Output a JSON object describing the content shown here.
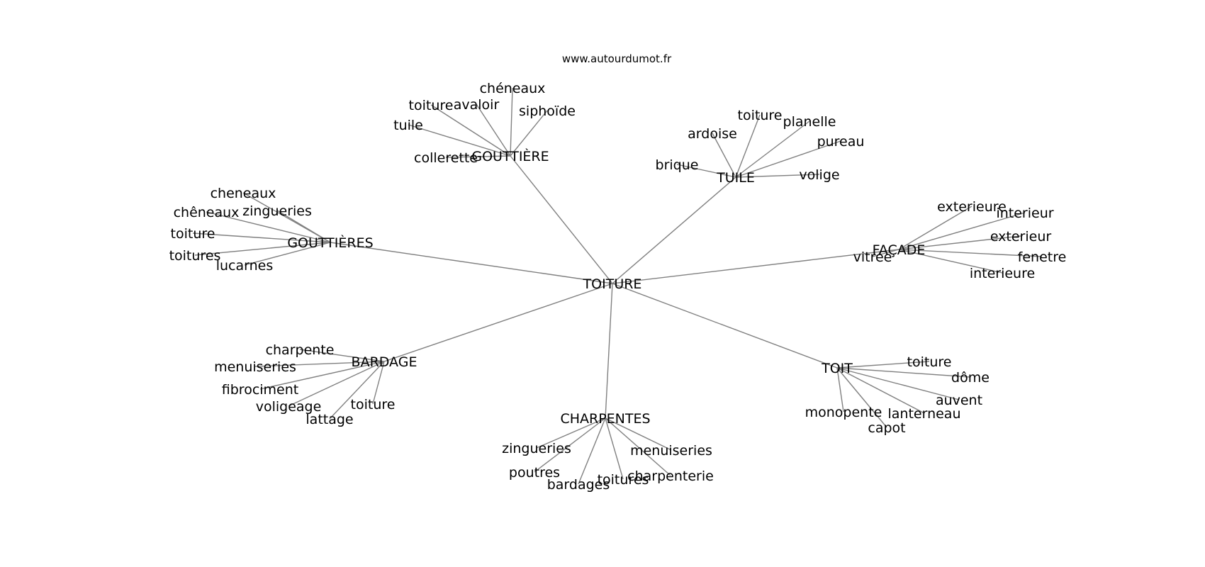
{
  "source_text": "www.autourdumot.fr",
  "colors": {
    "edge": "#808080",
    "text": "#000000",
    "background": "#ffffff"
  },
  "graph": {
    "root": "TOITURE",
    "hubs": [
      {
        "label": "GOUTTIÈRE",
        "children": [
          "toiture",
          "avaloir",
          "chéneaux",
          "siphoïde",
          "tuile",
          "collerette"
        ]
      },
      {
        "label": "TUILE",
        "children": [
          "toiture",
          "planelle",
          "ardoise",
          "pureau",
          "brique",
          "volige"
        ]
      },
      {
        "label": "GOUTTIÈRES",
        "children": [
          "cheneaux",
          "chêneaux",
          "zingueries",
          "toiture",
          "toitures",
          "lucarnes"
        ]
      },
      {
        "label": "FAÇADE",
        "children": [
          "exterieure",
          "interieur",
          "exterieur",
          "vitrée",
          "fenetre",
          "interieure"
        ]
      },
      {
        "label": "BARDAGE",
        "children": [
          "charpente",
          "menuiseries",
          "fibrociment",
          "voligeage",
          "toiture",
          "lattage"
        ]
      },
      {
        "label": "CHARPENTES",
        "children": [
          "zingueries",
          "menuiseries",
          "poutres",
          "charpenterie",
          "bardages",
          "toitures"
        ]
      },
      {
        "label": "TOIT",
        "children": [
          "toiture",
          "dôme",
          "auvent",
          "monopente",
          "lanterneau",
          "capot"
        ]
      }
    ]
  }
}
